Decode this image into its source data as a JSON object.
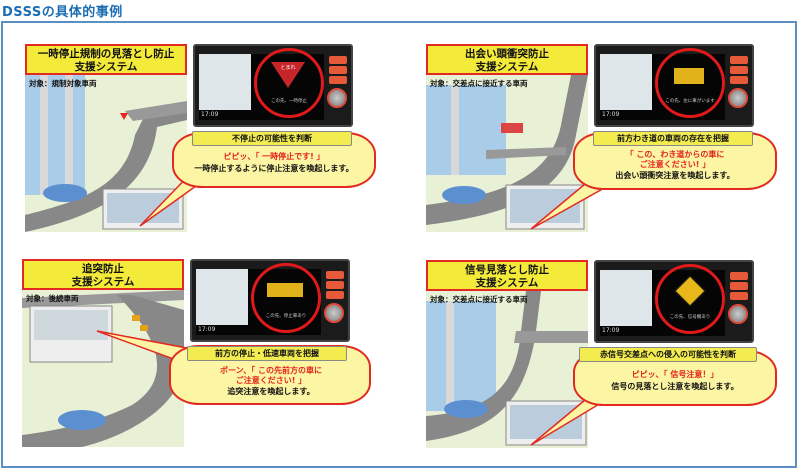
{
  "page_title": "DSSSの具体的事例",
  "colors": {
    "title_blue": "#1b6db3",
    "alert_red": "#e3231c",
    "label_yellow": "#f3ea3a",
    "bubble_yellow": "#fbf5a4"
  },
  "panels": [
    {
      "title_line1": "一時停止規制の見落とし防止",
      "title_line2": "支援システム",
      "target": "対象：規制対象車両",
      "screen_sign": "とまれ",
      "screen_caption": "この先、一時停止",
      "clock": "17:09",
      "judgement": "不停止の可能性を判断",
      "alert_lines": [
        "ピピッ、「 一時停止です! 」"
      ],
      "description": "一時停止するように停止注意を喚起します。"
    },
    {
      "title_line1": "出会い頭衝突防止",
      "title_line2": "支援システム",
      "target": "対象：交差点に接近する車両",
      "screen_caption": "この先、左に車がいます",
      "clock": "17:09",
      "judgement": "前方わき道の車両の存在を把握",
      "alert_lines": [
        "「 この、わき道からの車に",
        "ご注意ください! 」"
      ],
      "description": "出会い頭衝突注意を喚起します。"
    },
    {
      "title_line1": "追突防止",
      "title_line2": "支援システム",
      "target": "対象：後続車両",
      "screen_caption": "この先、停止車あり",
      "clock": "17:09",
      "judgement": "前方の停止・低速車両を把握",
      "alert_lines": [
        "ポーン、「 この先前方の車に",
        "ご注意ください! 」"
      ],
      "description": "追突注意を喚起します。"
    },
    {
      "title_line1": "信号見落とし防止",
      "title_line2": "支援システム",
      "target": "対象：交差点に接近する車両",
      "screen_caption": "この先、信号機あり",
      "clock": "17:09",
      "judgement": "赤信号交差点への侵入の可能性を判断",
      "alert_lines": [
        "ピピッ、「 信号注意！」"
      ],
      "description": "信号の見落とし注意を喚起します。"
    }
  ]
}
